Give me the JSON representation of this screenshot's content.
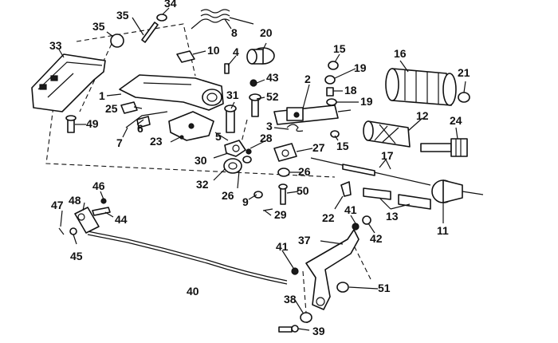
{
  "callouts": [
    {
      "id": "c1",
      "label": "1"
    },
    {
      "id": "c2",
      "label": "2"
    },
    {
      "id": "c3",
      "label": "3"
    },
    {
      "id": "c4",
      "label": "4"
    },
    {
      "id": "c5",
      "label": "5"
    },
    {
      "id": "c6",
      "label": "6"
    },
    {
      "id": "c7",
      "label": "7"
    },
    {
      "id": "c8",
      "label": "8"
    },
    {
      "id": "c9",
      "label": "9"
    },
    {
      "id": "c10",
      "label": "10"
    },
    {
      "id": "c11",
      "label": "11"
    },
    {
      "id": "c12",
      "label": "12"
    },
    {
      "id": "c13",
      "label": "13"
    },
    {
      "id": "c15a",
      "label": "15"
    },
    {
      "id": "c15b",
      "label": "15"
    },
    {
      "id": "c16",
      "label": "16"
    },
    {
      "id": "c17",
      "label": "17"
    },
    {
      "id": "c18",
      "label": "18"
    },
    {
      "id": "c19a",
      "label": "19"
    },
    {
      "id": "c19b",
      "label": "19"
    },
    {
      "id": "c20",
      "label": "20"
    },
    {
      "id": "c21",
      "label": "21"
    },
    {
      "id": "c22",
      "label": "22"
    },
    {
      "id": "c23",
      "label": "23"
    },
    {
      "id": "c24",
      "label": "24"
    },
    {
      "id": "c25",
      "label": "25"
    },
    {
      "id": "c26a",
      "label": "26"
    },
    {
      "id": "c26b",
      "label": "26"
    },
    {
      "id": "c27",
      "label": "27"
    },
    {
      "id": "c28",
      "label": "28"
    },
    {
      "id": "c29",
      "label": "29"
    },
    {
      "id": "c30",
      "label": "30"
    },
    {
      "id": "c31",
      "label": "31"
    },
    {
      "id": "c32",
      "label": "32"
    },
    {
      "id": "c33",
      "label": "33"
    },
    {
      "id": "c34",
      "label": "34"
    },
    {
      "id": "c35a",
      "label": "35"
    },
    {
      "id": "c35b",
      "label": "35"
    },
    {
      "id": "c37",
      "label": "37"
    },
    {
      "id": "c38",
      "label": "38"
    },
    {
      "id": "c39",
      "label": "39"
    },
    {
      "id": "c40",
      "label": "40"
    },
    {
      "id": "c41a",
      "label": "41"
    },
    {
      "id": "c41b",
      "label": "41"
    },
    {
      "id": "c42",
      "label": "42"
    },
    {
      "id": "c43",
      "label": "43"
    },
    {
      "id": "c44",
      "label": "44"
    },
    {
      "id": "c45",
      "label": "45"
    },
    {
      "id": "c46",
      "label": "46"
    },
    {
      "id": "c47",
      "label": "47"
    },
    {
      "id": "c48",
      "label": "48"
    },
    {
      "id": "c49",
      "label": "49"
    },
    {
      "id": "c50",
      "label": "50"
    },
    {
      "id": "c51",
      "label": "51"
    },
    {
      "id": "c52",
      "label": "52"
    }
  ]
}
